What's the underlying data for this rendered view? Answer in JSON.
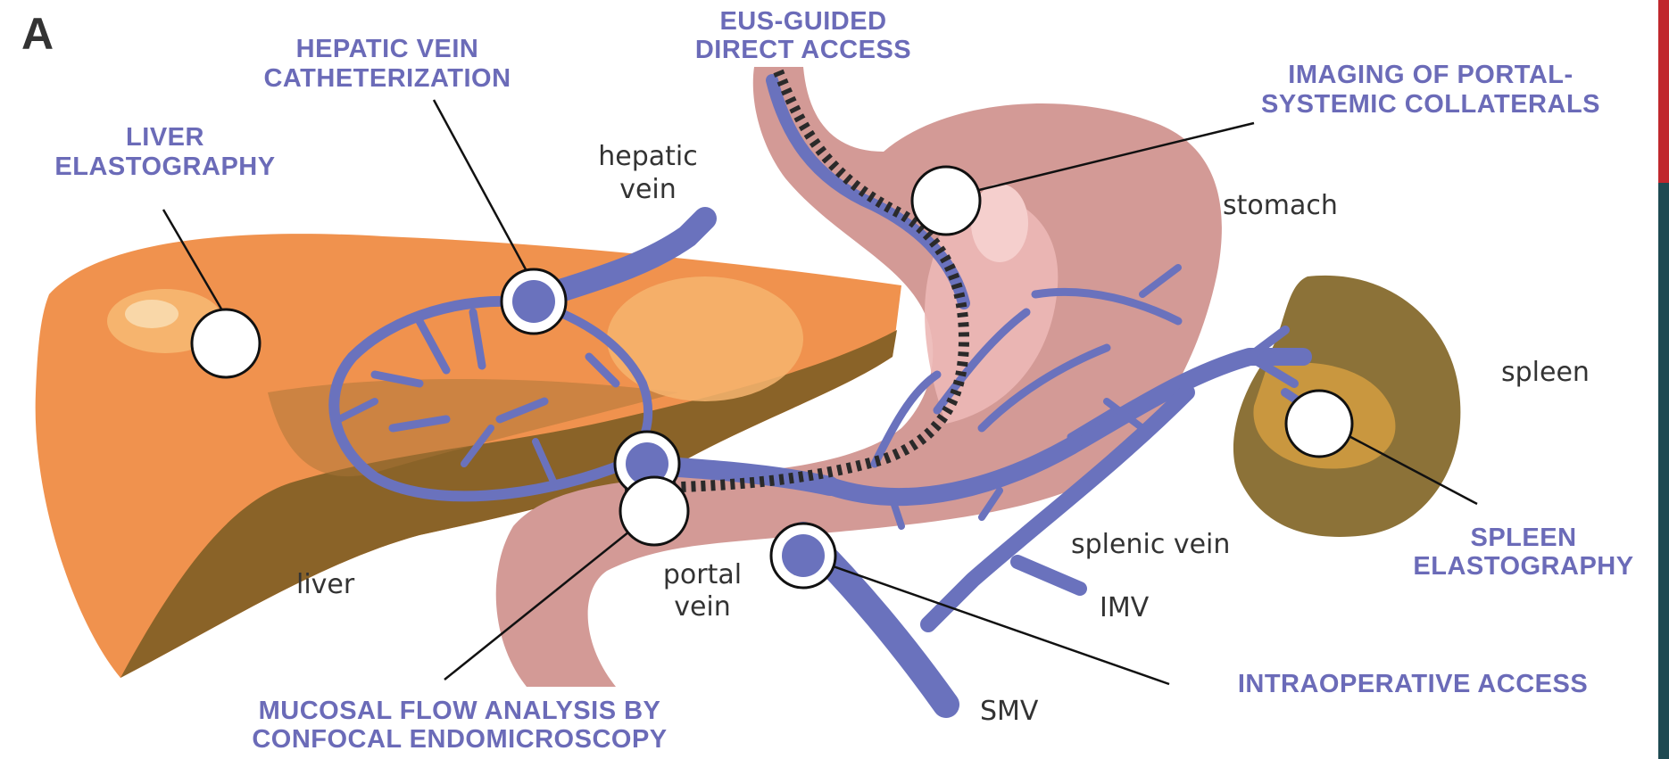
{
  "panel_label": "A",
  "labels": {
    "hepatic_vein_cath_1": "HEPATIC VEIN",
    "hepatic_vein_cath_2": "CATHETERIZATION",
    "eus_1": "EUS-GUIDED",
    "eus_2": "DIRECT ACCESS",
    "imaging_1": "IMAGING OF PORTAL-",
    "imaging_2": "SYSTEMIC COLLATERALS",
    "liver_elasto_1": "LIVER",
    "liver_elasto_2": "ELASTOGRAPHY",
    "spleen_elasto_1": "SPLEEN",
    "spleen_elasto_2": "ELASTOGRAPHY",
    "intraop": "INTRAOPERATIVE ACCESS",
    "mucosal_1": "MUCOSAL FLOW ANALYSIS BY",
    "mucosal_2": "CONFOCAL ENDOMICROSCOPY"
  },
  "anatomy": {
    "hepatic_vein_1": "hepatic",
    "hepatic_vein_2": "vein",
    "stomach": "stomach",
    "spleen": "spleen",
    "liver": "liver",
    "splenic_vein": "splenic vein",
    "portal_vein_1": "portal",
    "portal_vein_2": "vein",
    "imv": "IMV",
    "smv": "SMV"
  },
  "colors": {
    "liver": "#f0924e",
    "liver_light": "#f6b46e",
    "liver_dark": "#8a6328",
    "stomach": "#d39a96",
    "stomach_light": "#ecb8b6",
    "vein": "#6a72bd",
    "spleen": "#8c7238",
    "spleen_inner": "#c9973f",
    "label": "#6b6bb8",
    "edge_red": "#c0272d",
    "edge_teal": "#1e4a52"
  }
}
